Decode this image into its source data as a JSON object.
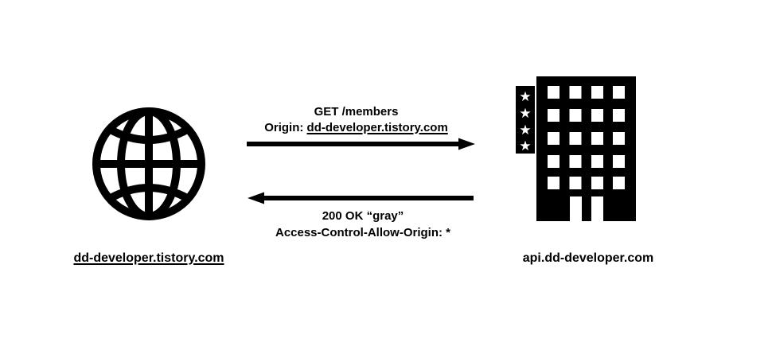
{
  "colors": {
    "ink": "#000000",
    "background": "#ffffff"
  },
  "client": {
    "label": "dd-developer.tistory.com",
    "icon": "globe"
  },
  "server": {
    "label": "api.dd-developer.com",
    "icon": "building-with-star-sign",
    "star": "★"
  },
  "request": {
    "method_line": "GET /members",
    "origin_label": "Origin: ",
    "origin_value": "dd-developer.tistory.com",
    "direction": "left-to-right"
  },
  "response": {
    "status_line": "200 OK “gray”",
    "header_line": "Access-Control-Allow-Origin: *",
    "direction": "right-to-left"
  }
}
